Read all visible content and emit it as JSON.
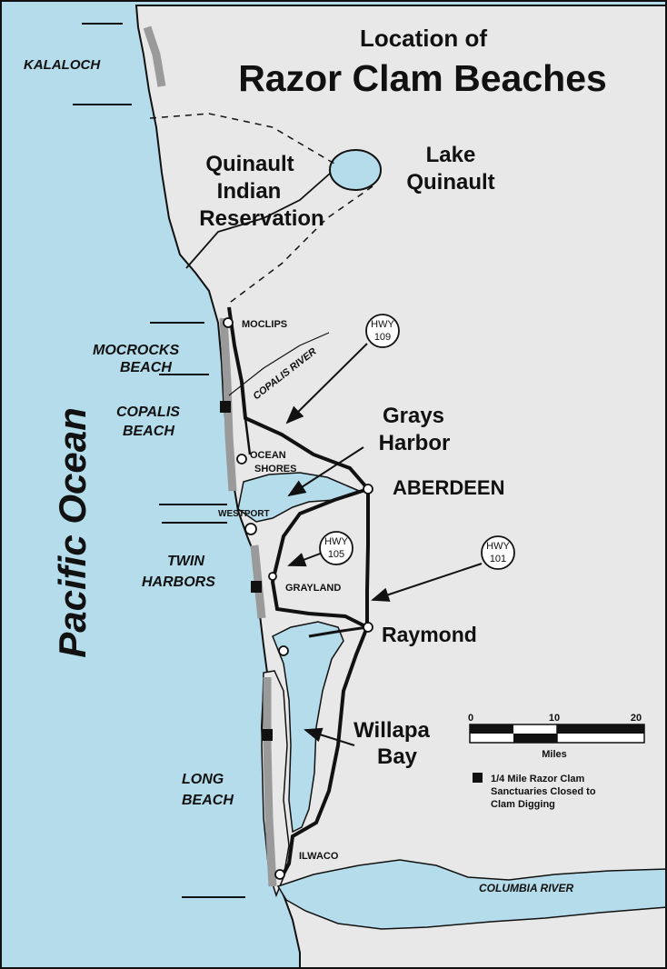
{
  "title": {
    "line1": "Location of",
    "line2": "Razor Clam Beaches"
  },
  "colors": {
    "water": "#b5dcea",
    "land": "#e8e8e8",
    "beach": "#9a9a9a",
    "border": "#111111"
  },
  "ocean_label": "Pacific Ocean",
  "beaches": {
    "kalaloch": "KALALOCH",
    "mocrocks_1": "MOCROCKS",
    "mocrocks_2": "BEACH",
    "copalis_1": "COPALIS",
    "copalis_2": "BEACH",
    "twin_1": "TWIN",
    "twin_2": "HARBORS",
    "long_1": "LONG",
    "long_2": "BEACH"
  },
  "places": {
    "reservation_1": "Quinault",
    "reservation_2": "Indian",
    "reservation_3": "Reservation",
    "lake_1": "Lake",
    "lake_2": "Quinault",
    "moclips": "MOCLIPS",
    "copalis_river": "COPALIS RIVER",
    "ocean_shores_1": "OCEAN",
    "ocean_shores_2": "SHORES",
    "westport": "WESTPORT",
    "grayland": "GRAYLAND",
    "grays_harbor_1": "Grays",
    "grays_harbor_2": "Harbor",
    "aberdeen": "ABERDEEN",
    "raymond": "Raymond",
    "willapa_1": "Willapa",
    "willapa_2": "Bay",
    "ilwaco": "ILWACO",
    "columbia_river": "COLUMBIA RIVER"
  },
  "highways": [
    {
      "prefix": "HWY",
      "number": "109"
    },
    {
      "prefix": "HWY",
      "number": "105"
    },
    {
      "prefix": "HWY",
      "number": "101"
    }
  ],
  "scale": {
    "ticks": [
      "0",
      "10",
      "20"
    ],
    "unit": "Miles"
  },
  "legend": {
    "line1": "1/4 Mile Razor Clam",
    "line2": "Sanctuaries Closed to",
    "line3": "Clam Digging"
  }
}
